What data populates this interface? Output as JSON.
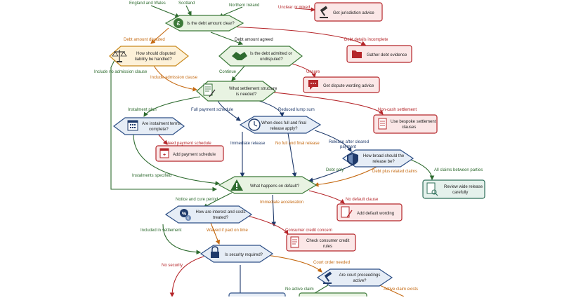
{
  "top_labels": {
    "england_wales": "England and Wales",
    "scotland": "Scotland",
    "northern_ireland": "Northern Ireland",
    "unclear": "Unclear or mixed"
  },
  "nodes": {
    "jurisdiction_advice": "Get jurisdiction advice",
    "debt_clear": "Is the debt amount clear?",
    "disputed_q": [
      "How should disputed",
      "liability be handled?"
    ],
    "admitted_q": [
      "Is the debt admitted or",
      "undisputed?"
    ],
    "debt_evidence": "Gather debt evidence",
    "wording_advice": "Get dispute wording advice",
    "structure_q": [
      "What settlement structure",
      "is needed?"
    ],
    "instalment_q": [
      "Are instalment terms",
      "complete?"
    ],
    "release_q": [
      "When does full and final",
      "release apply?"
    ],
    "bespoke": [
      "Use bespoke settlement",
      "clauses"
    ],
    "payment_schedule": "Add payment schedule",
    "broad_q": [
      "How broad should the",
      "release be?"
    ],
    "default_q": "What happens on default?",
    "review_release": [
      "Review wide release",
      "carefully"
    ],
    "default_wording": "Add default wording",
    "interest_q": [
      "How are interest and costs",
      "treated?"
    ],
    "consumer_rules": [
      "Check consumer credit",
      "rules"
    ],
    "security_q": "Is security required?",
    "proceedings_q": [
      "Are court proceedings",
      "active?"
    ]
  },
  "edge_labels": {
    "debt_disputed": "Debt amount disputed",
    "debt_agreed": "Debt amount agreed",
    "details_incomplete": "Debt details incomplete",
    "include_no_admission": "Include no admission clause",
    "continue": "Continue",
    "include_admission": "Include admission clause",
    "unsure": "Unsure",
    "instalment_plan": "Instalment plan",
    "full_payment": "Full payment schedule",
    "reduced_lump": "Reduced lump sum",
    "non_cash": "Non-cash settlement",
    "need_schedule": "Need payment schedule",
    "immediate_release": "Immediate release",
    "no_full_final": "No full and final release",
    "release_after": [
      "Release after cleared",
      "payment"
    ],
    "debt_only": "Debt only",
    "debt_related": "Debt plus related claims",
    "all_claims": "All claims between parties",
    "instalments_specified": "Instalments specified",
    "notice_cure": "Notice and cure period",
    "immediate_accel": "Immediate acceleration",
    "no_default": "No default clause",
    "included_settlement": "Included in settlement",
    "waived": "Waived if paid on time",
    "consumer_concern": "Consumer credit concern",
    "no_security": "No security",
    "court_order": "Court order needed",
    "no_active": "No active claim",
    "active_exists": "Active claim exists"
  },
  "colors": {
    "green_fill": "#e8f3e2",
    "green_stroke": "#3d7a3a",
    "blue_fill": "#e6edf6",
    "blue_stroke": "#2d4f86",
    "orange_fill": "#fdf1d8",
    "orange_stroke": "#c98a1e",
    "red_fill": "#fbe7e7",
    "red_stroke": "#b5262a",
    "teal_fill": "#e5f1ec",
    "teal_stroke": "#2f6f5a",
    "edge_green": "#2e6b2f",
    "edge_blue": "#1f3a6b",
    "edge_red": "#b5262a",
    "edge_orange": "#c56a12"
  }
}
